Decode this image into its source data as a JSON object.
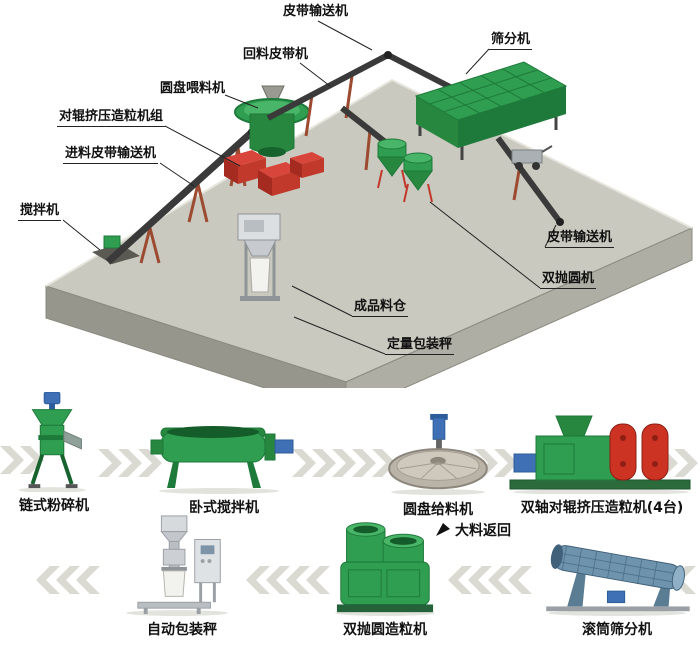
{
  "diagram": {
    "callouts": [
      {
        "id": "belt-conveyor-top",
        "text": "皮带输送机"
      },
      {
        "id": "return-belt",
        "text": "回料皮带机"
      },
      {
        "id": "disc-feeder",
        "text": "圆盘喂料机"
      },
      {
        "id": "roller-granulator-set",
        "text": "对辊挤压造粒机组"
      },
      {
        "id": "feed-belt-conveyor",
        "text": "进料皮带输送机"
      },
      {
        "id": "mixer",
        "text": "搅拌机"
      },
      {
        "id": "screening-machine",
        "text": "筛分机"
      },
      {
        "id": "belt-conveyor-right",
        "text": "皮带输送机"
      },
      {
        "id": "double-polisher",
        "text": "双抛圆机"
      },
      {
        "id": "finished-product-silo",
        "text": "成品料仓"
      },
      {
        "id": "packing-scale",
        "text": "定量包装秤"
      }
    ]
  },
  "gallery": {
    "machines": [
      {
        "label": "链式粉碎机"
      },
      {
        "label": "卧式搅拌机"
      },
      {
        "label": "圆盘给料机"
      },
      {
        "label": "双轴对辊挤压造粒机(4台)"
      },
      {
        "label": "自动包装秤"
      },
      {
        "label": "双抛圆造粒机"
      },
      {
        "label": "滚筒筛分机"
      }
    ],
    "return_label": "大料返回"
  },
  "colors": {
    "machine_green": "#2f9e50",
    "machine_green_dark": "#1e7a3a",
    "granulator_red": "#c0392b",
    "motor_blue": "#3f6fb5",
    "platform_gray": "#c9c9bf",
    "chevron_gray": "#dadad2"
  }
}
